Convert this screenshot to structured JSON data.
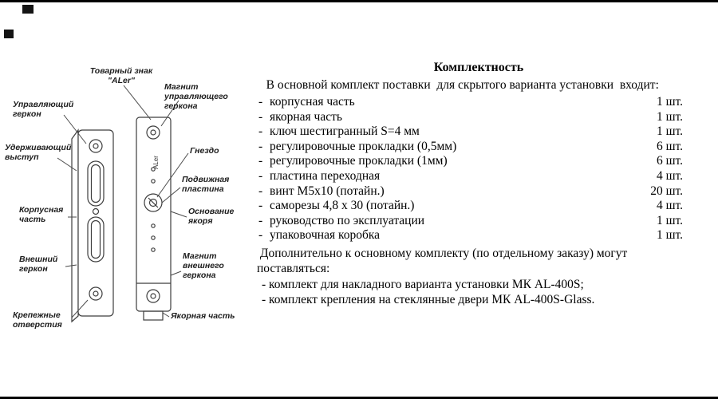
{
  "diagram": {
    "plate_mark": "ALer",
    "labels": {
      "trademark": "Товарный знак \"ALer\"",
      "magnet_control": "Магнит управляющего геркона",
      "control_reed": "Управляющий геркон",
      "holding_lug": "Удерживающий выступ",
      "socket": "Гнездо",
      "movable_plate": "Подвижная пластина",
      "body_part": "Корпусная часть",
      "anchor_base": "Основание якоря",
      "external_reed": "Внешний геркон",
      "magnet_external": "Магнит внешнего геркона",
      "mounting_holes": "Крепежные отверстия",
      "anchor_part": "Якорная часть"
    }
  },
  "content": {
    "title": "Комплектность",
    "intro": "   В основной комплект поставки  для скрытого варианта установки  входит:",
    "items": [
      {
        "dash": "-",
        "label": "корпусная часть",
        "qty": "1 шт."
      },
      {
        "dash": "-",
        "label": "якорная часть",
        "qty": "1 шт."
      },
      {
        "dash": "-",
        "label": "ключ шестигранный S=4 мм",
        "qty": "1 шт."
      },
      {
        "dash": "-",
        "label": "регулировочные прокладки (0,5мм)",
        "qty": "6 шт."
      },
      {
        "dash": "-",
        "label": "регулировочные прокладки (1мм)",
        "qty": "6 шт."
      },
      {
        "dash": "-",
        "label": "пластина переходная",
        "qty": "4 шт."
      },
      {
        "dash": "-",
        "label": "винт М5х10 (потайн.)",
        "qty": "20 шт."
      },
      {
        "dash": "-",
        "label": "саморезы 4,8 х 30 (потайн.)",
        "qty": "4 шт."
      },
      {
        "dash": "-",
        "label": "руководство по эксплуатации",
        "qty": "1 шт."
      },
      {
        "dash": "-",
        "label": "упаковочная коробка",
        "qty": "1 шт."
      }
    ],
    "additional": {
      "intro": " Дополнительно к основному комплекту (по отдельному заказу) могут поставляться:",
      "items": [
        "- комплект для накладного варианта установки МК AL-400S;",
        "- комплект крепления на стеклянные двери МК AL-400S-Glass."
      ]
    }
  }
}
